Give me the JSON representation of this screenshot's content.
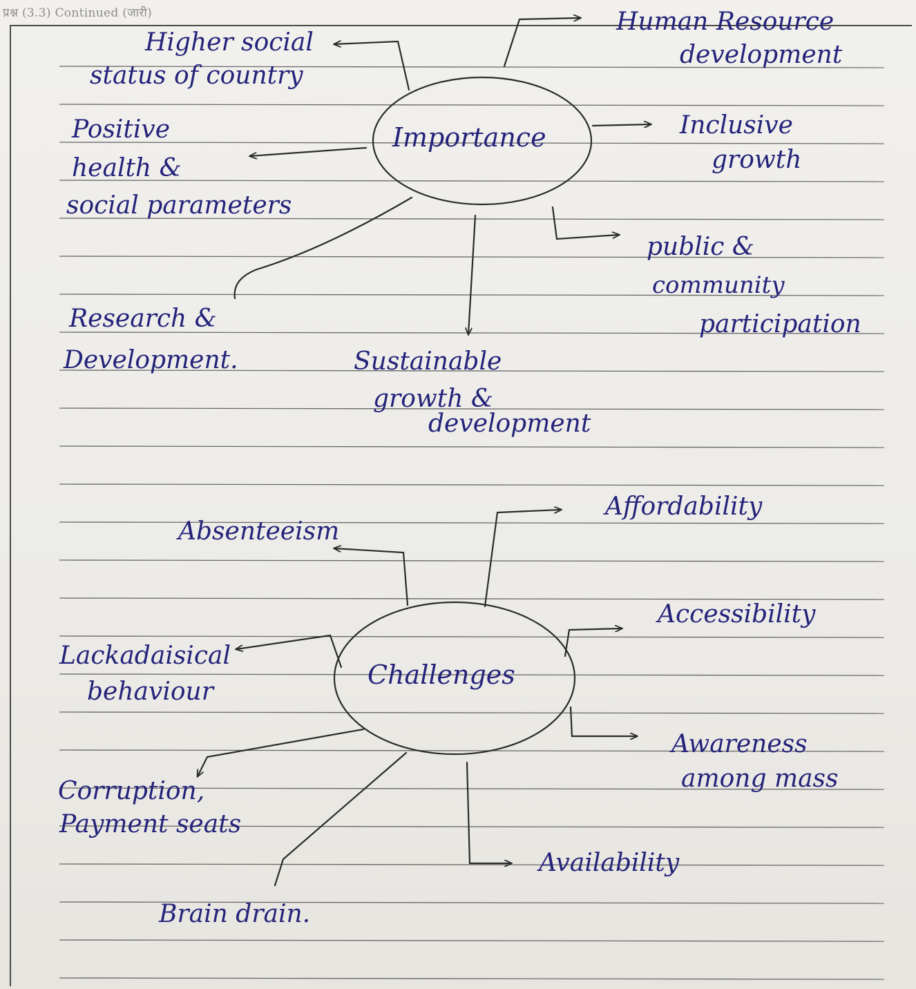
{
  "header": "प्रश्न (3.3) Continued (जारी)",
  "importance": {
    "center": "Importance",
    "branches": [
      {
        "id": "higher-social-status",
        "lines": [
          "Higher social",
          "status of country"
        ]
      },
      {
        "id": "human-resource",
        "lines": [
          "Human Resource",
          "development"
        ]
      },
      {
        "id": "positive-health",
        "lines": [
          "Positive",
          "health &",
          "social parameters"
        ]
      },
      {
        "id": "inclusive-growth",
        "lines": [
          "Inclusive",
          "growth"
        ]
      },
      {
        "id": "public-community",
        "lines": [
          "public &",
          "community",
          "participation"
        ]
      },
      {
        "id": "research-development",
        "lines": [
          "Research &",
          "Development."
        ]
      },
      {
        "id": "sustainable-growth",
        "lines": [
          "Sustainable",
          "growth &",
          "development"
        ]
      }
    ]
  },
  "challenges": {
    "center": "Challenges",
    "branches": [
      {
        "id": "absenteeism",
        "lines": [
          "Absenteeism"
        ]
      },
      {
        "id": "affordability",
        "lines": [
          "Affordability"
        ]
      },
      {
        "id": "accessibility",
        "lines": [
          "Accessibility"
        ]
      },
      {
        "id": "lackadaisical-behaviour",
        "lines": [
          "Lackadaisical",
          "behaviour"
        ]
      },
      {
        "id": "awareness",
        "lines": [
          "Awareness",
          "among mass"
        ]
      },
      {
        "id": "corruption",
        "lines": [
          "Corruption,",
          "Payment seats"
        ]
      },
      {
        "id": "availability",
        "lines": [
          "Availability"
        ]
      },
      {
        "id": "brain-drain",
        "lines": [
          "Brain drain."
        ]
      }
    ]
  },
  "colors": {
    "ink": "#24237a",
    "pencil": "#2a2a2a",
    "rule": "#3a3a3a",
    "paper": "#efeeeb"
  }
}
